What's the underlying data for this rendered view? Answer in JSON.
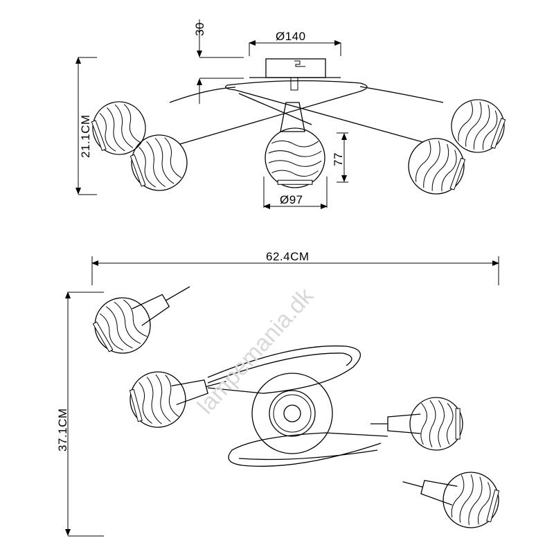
{
  "side_view": {
    "dim_canopy_height": "30",
    "dim_canopy_diameter": "Ø140",
    "dim_total_height": "21.1CM",
    "dim_shade_height": "77",
    "dim_shade_diameter": "Ø97"
  },
  "top_view": {
    "dim_width": "62.4CM",
    "dim_depth": "37.1CM"
  },
  "watermark": "lampemania.dk"
}
